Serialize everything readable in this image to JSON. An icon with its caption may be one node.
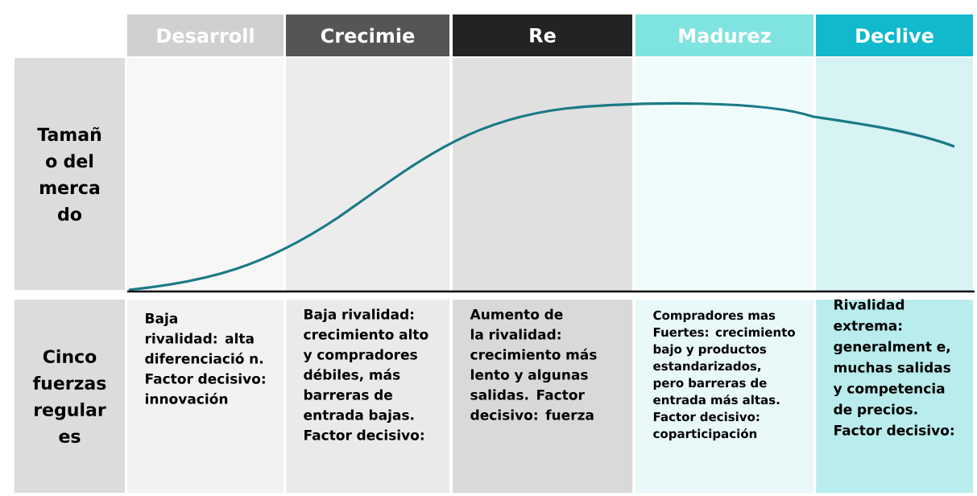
{
  "diagram": {
    "nodes": [
      {
        "text": [
          "Desarroll"
        ]
      },
      {
        "text": [
          "Crecimie"
        ]
      },
      {
        "text": [
          "Re"
        ]
      },
      {
        "text": [
          "Madurez"
        ]
      },
      {
        "text": [
          "Declive"
        ]
      },
      {
        "text": [
          "Tamañ o del merca do"
        ]
      },
      {
        "text": [
          "Cinco fuerzas regular es"
        ]
      },
      {
        "text": [
          "Baja rivalidad: alta diferenciació n. Factor decisivo: innovación"
        ]
      },
      {
        "text": [
          "Baja rivalidad: crecimiento alto y compradores débiles, más barreras de entrada bajas. Factor decisivo:"
        ]
      },
      {
        "text": [
          "Aumento de la rivalidad: crecimiento más lento y algunas salidas. Factor decisivo: fuerza"
        ]
      },
      {
        "text": [
          "Compradores mas Fuertes: crecimiento bajo y productos estandarizados, pero barreras de entrada más altas. Factor decisivo: coparticipación"
        ]
      },
      {
        "text": [
          "Rivalidad extrema: generalment e, muchas salidas y competencia de precios. Factor decisivo:"
        ]
      }
    ]
  }
}
